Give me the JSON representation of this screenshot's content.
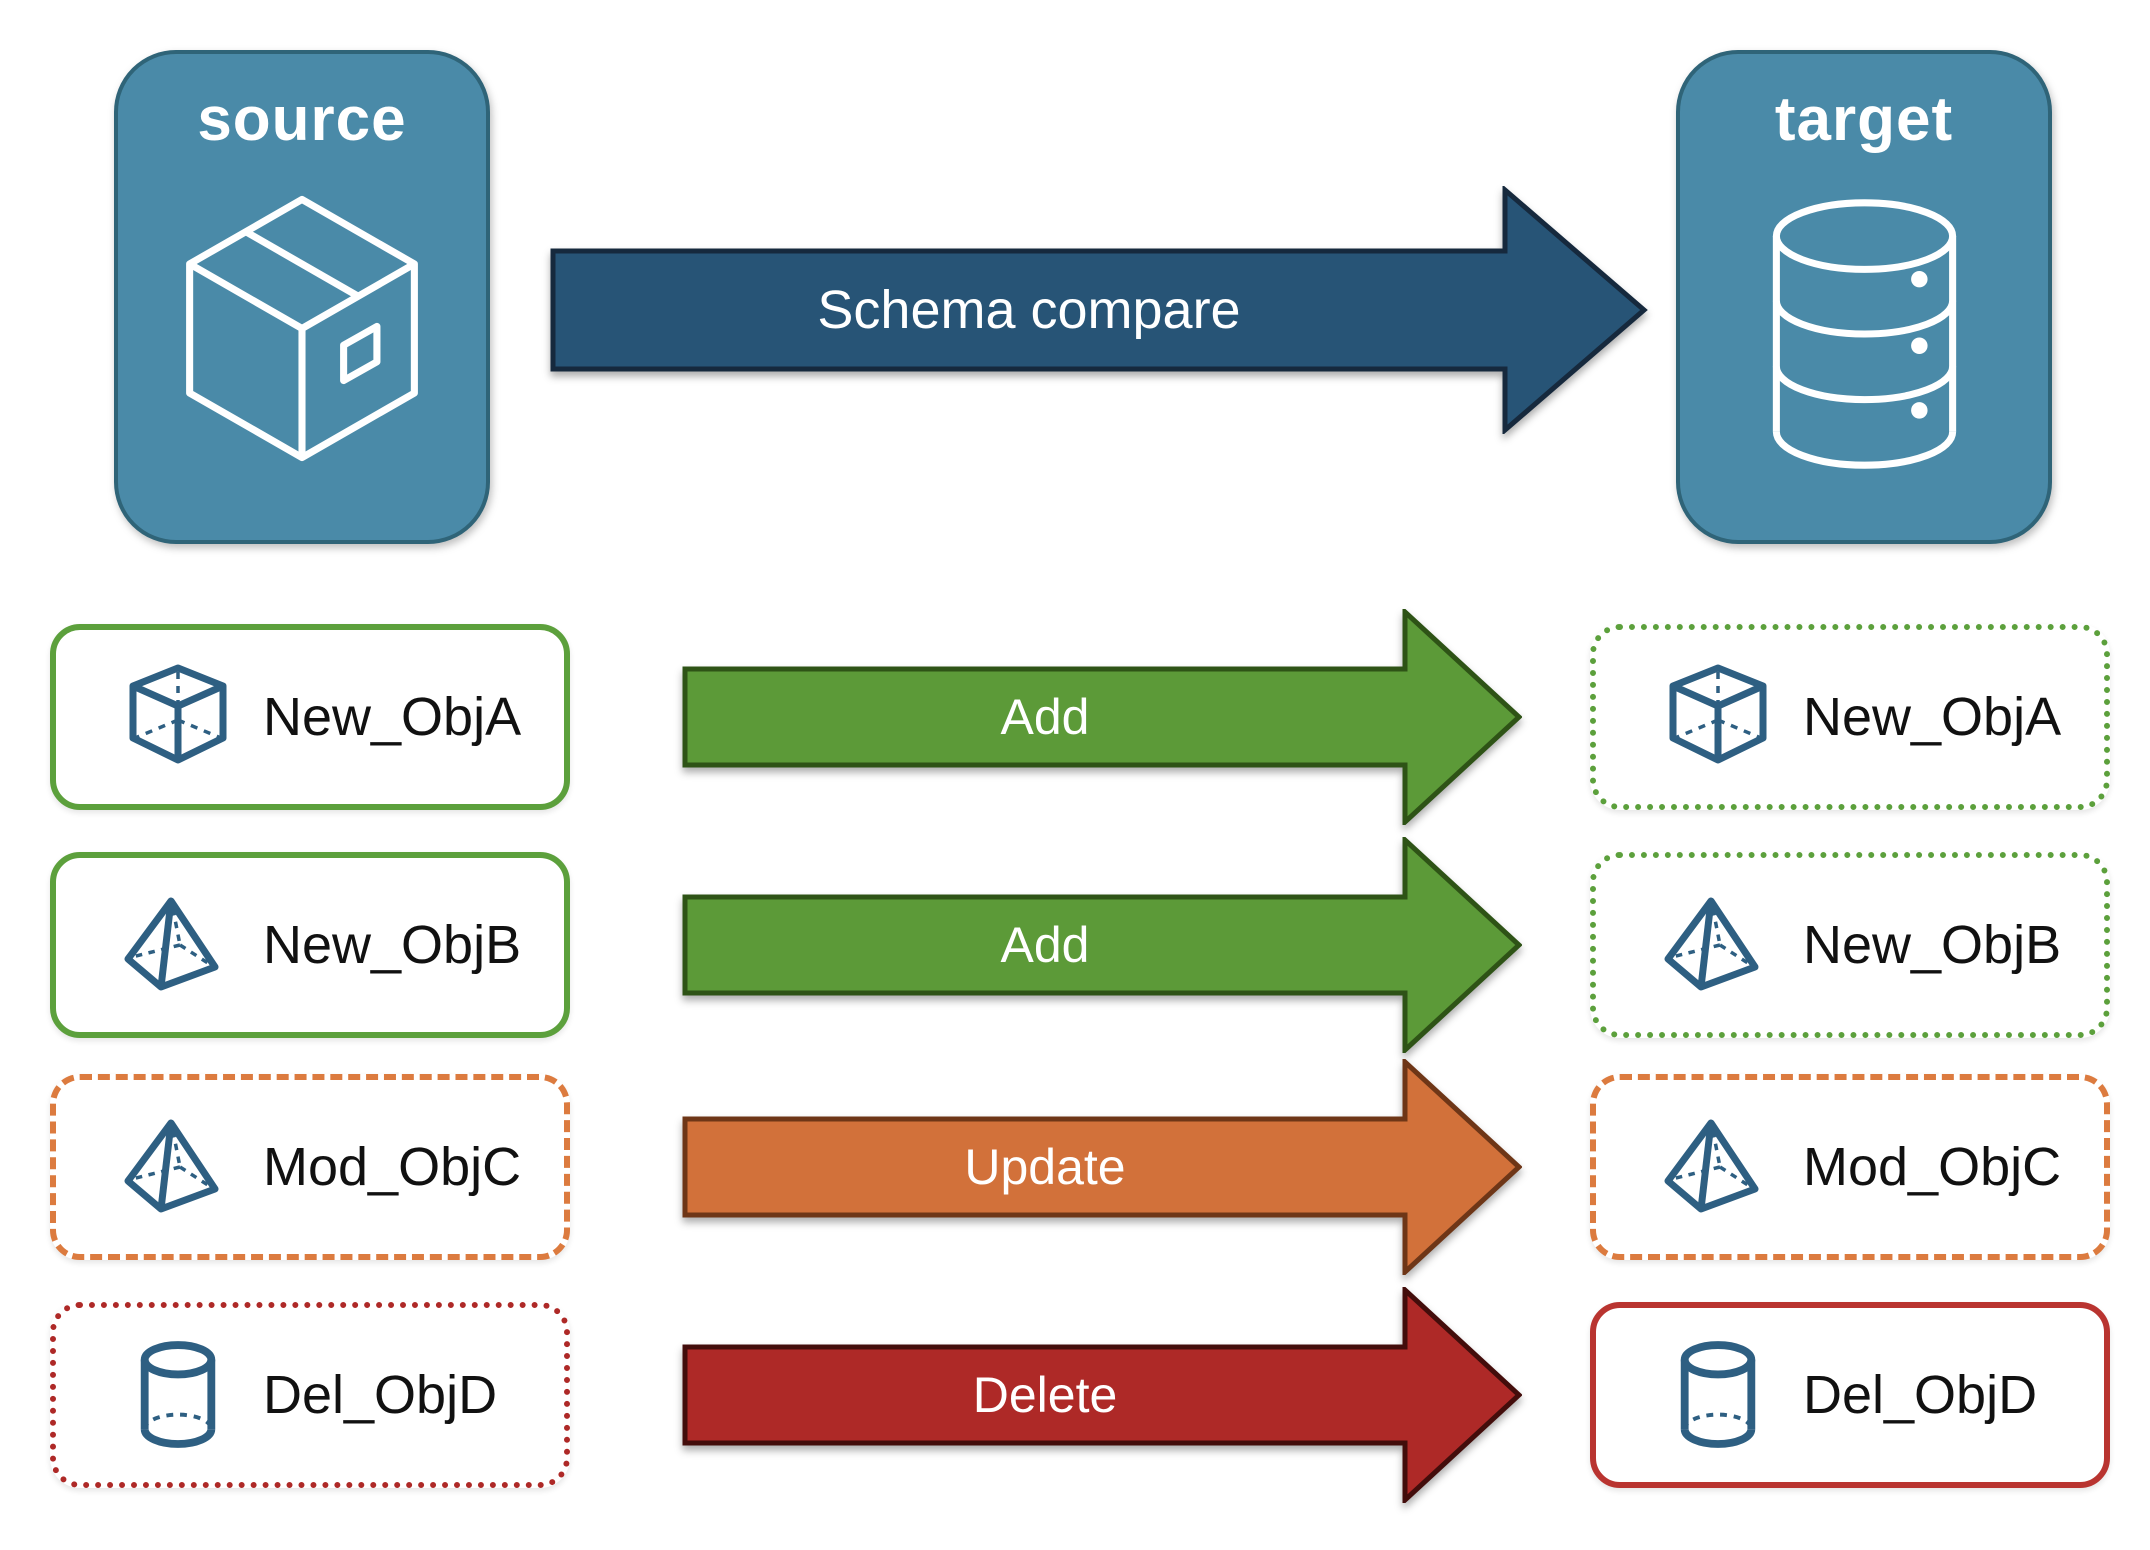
{
  "diagram": {
    "source_node": {
      "label": "source",
      "icon": "package-icon"
    },
    "target_node": {
      "label": "target",
      "icon": "database-icon"
    },
    "compare_arrow": {
      "label": "Schema compare",
      "fill": "#275476",
      "stroke": "#16293D"
    }
  },
  "colors": {
    "node_fill": "#4A8AA8",
    "node_border": "#2F6478",
    "icon_blue": "#2E5F82",
    "text": "#111111"
  },
  "rows": [
    {
      "icon": "cube-icon",
      "source": {
        "label": "New_ObjA",
        "border_style": "solid",
        "border_color": "#5CA03C"
      },
      "arrow": {
        "label": "Add",
        "fill": "#5C9A38",
        "stroke": "#2E5316"
      },
      "target": {
        "label": "New_ObjA",
        "border_style": "dotted",
        "border_color": "#5CA03C"
      }
    },
    {
      "icon": "pyramid-icon",
      "source": {
        "label": "New_ObjB",
        "border_style": "solid",
        "border_color": "#5CA03C"
      },
      "arrow": {
        "label": "Add",
        "fill": "#5C9A38",
        "stroke": "#2E5316"
      },
      "target": {
        "label": "New_ObjB",
        "border_style": "dotted",
        "border_color": "#5CA03C"
      }
    },
    {
      "icon": "pyramid-icon",
      "source": {
        "label": "Mod_ObjC",
        "border_style": "dashed",
        "border_color": "#DC7B3F"
      },
      "arrow": {
        "label": "Update",
        "fill": "#D2713A",
        "stroke": "#6E3617"
      },
      "target": {
        "label": "Mod_ObjC",
        "border_style": "dashed",
        "border_color": "#DC7B3F"
      }
    },
    {
      "icon": "cylinder-icon",
      "source": {
        "label": "Del_ObjD",
        "border_style": "dotted",
        "border_color": "#AE2927"
      },
      "arrow": {
        "label": "Delete",
        "fill": "#AE2927",
        "stroke": "#430D0B"
      },
      "target": {
        "label": "Del_ObjD",
        "border_style": "solid",
        "border_color": "#B93430"
      }
    }
  ]
}
